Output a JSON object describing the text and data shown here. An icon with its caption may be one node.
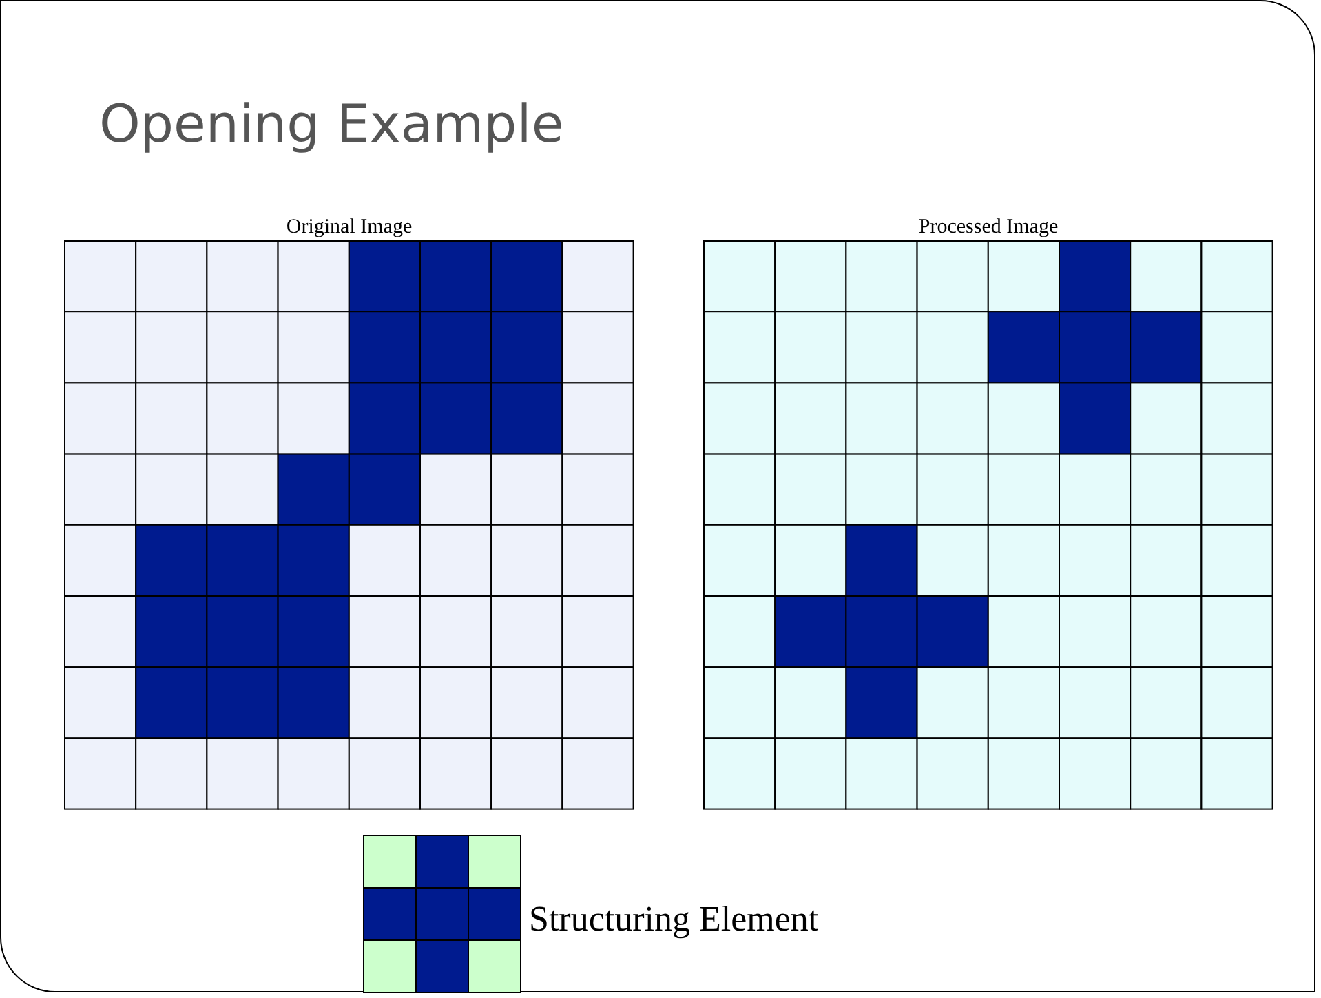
{
  "diagram": {
    "title": "Opening Example",
    "labels": [
      "Original Image",
      "Processed Image",
      "Structuring Element"
    ]
  }
}
